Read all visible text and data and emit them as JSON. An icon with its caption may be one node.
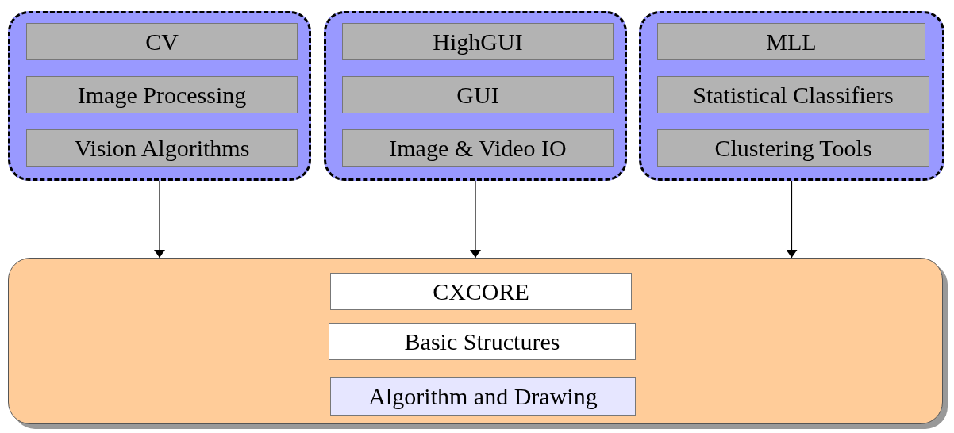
{
  "diagram": {
    "nodes": [
      {
        "text": [],
        "shape": "box"
      },
      {
        "text": [
          "CV"
        ],
        "in": 0
      },
      {
        "text": [
          "Image Processing"
        ],
        "in": 0
      },
      {
        "text": [
          "Vision Algorithms"
        ],
        "in": 0
      },
      {
        "text": [],
        "shape": "box"
      },
      {
        "text": [
          "HighGUI"
        ],
        "in": 4
      },
      {
        "text": [
          "GUI"
        ],
        "in": 4
      },
      {
        "text": [
          "Image & Video IO"
        ],
        "in": 4
      },
      {
        "text": [],
        "shape": "box"
      },
      {
        "text": [
          "MLL"
        ],
        "in": 8
      },
      {
        "text": [
          "Statistical Classifiers"
        ],
        "in": 8
      },
      {
        "text": [
          "Clustering Tools"
        ],
        "in": 8
      },
      {
        "text": [],
        "shape": "box"
      },
      {
        "text": [
          "CXCORE"
        ],
        "in": 12
      },
      {
        "text": [
          "Basic Structures"
        ],
        "in": 12
      },
      {
        "text": [
          "Algorithm and Drawing"
        ],
        "in": 12
      }
    ],
    "edges": [
      {
        "from": 0,
        "to": 12,
        "arrow": "to"
      },
      {
        "from": 4,
        "to": 12,
        "arrow": "to"
      },
      {
        "from": 8,
        "to": 12,
        "arrow": "to"
      }
    ]
  }
}
